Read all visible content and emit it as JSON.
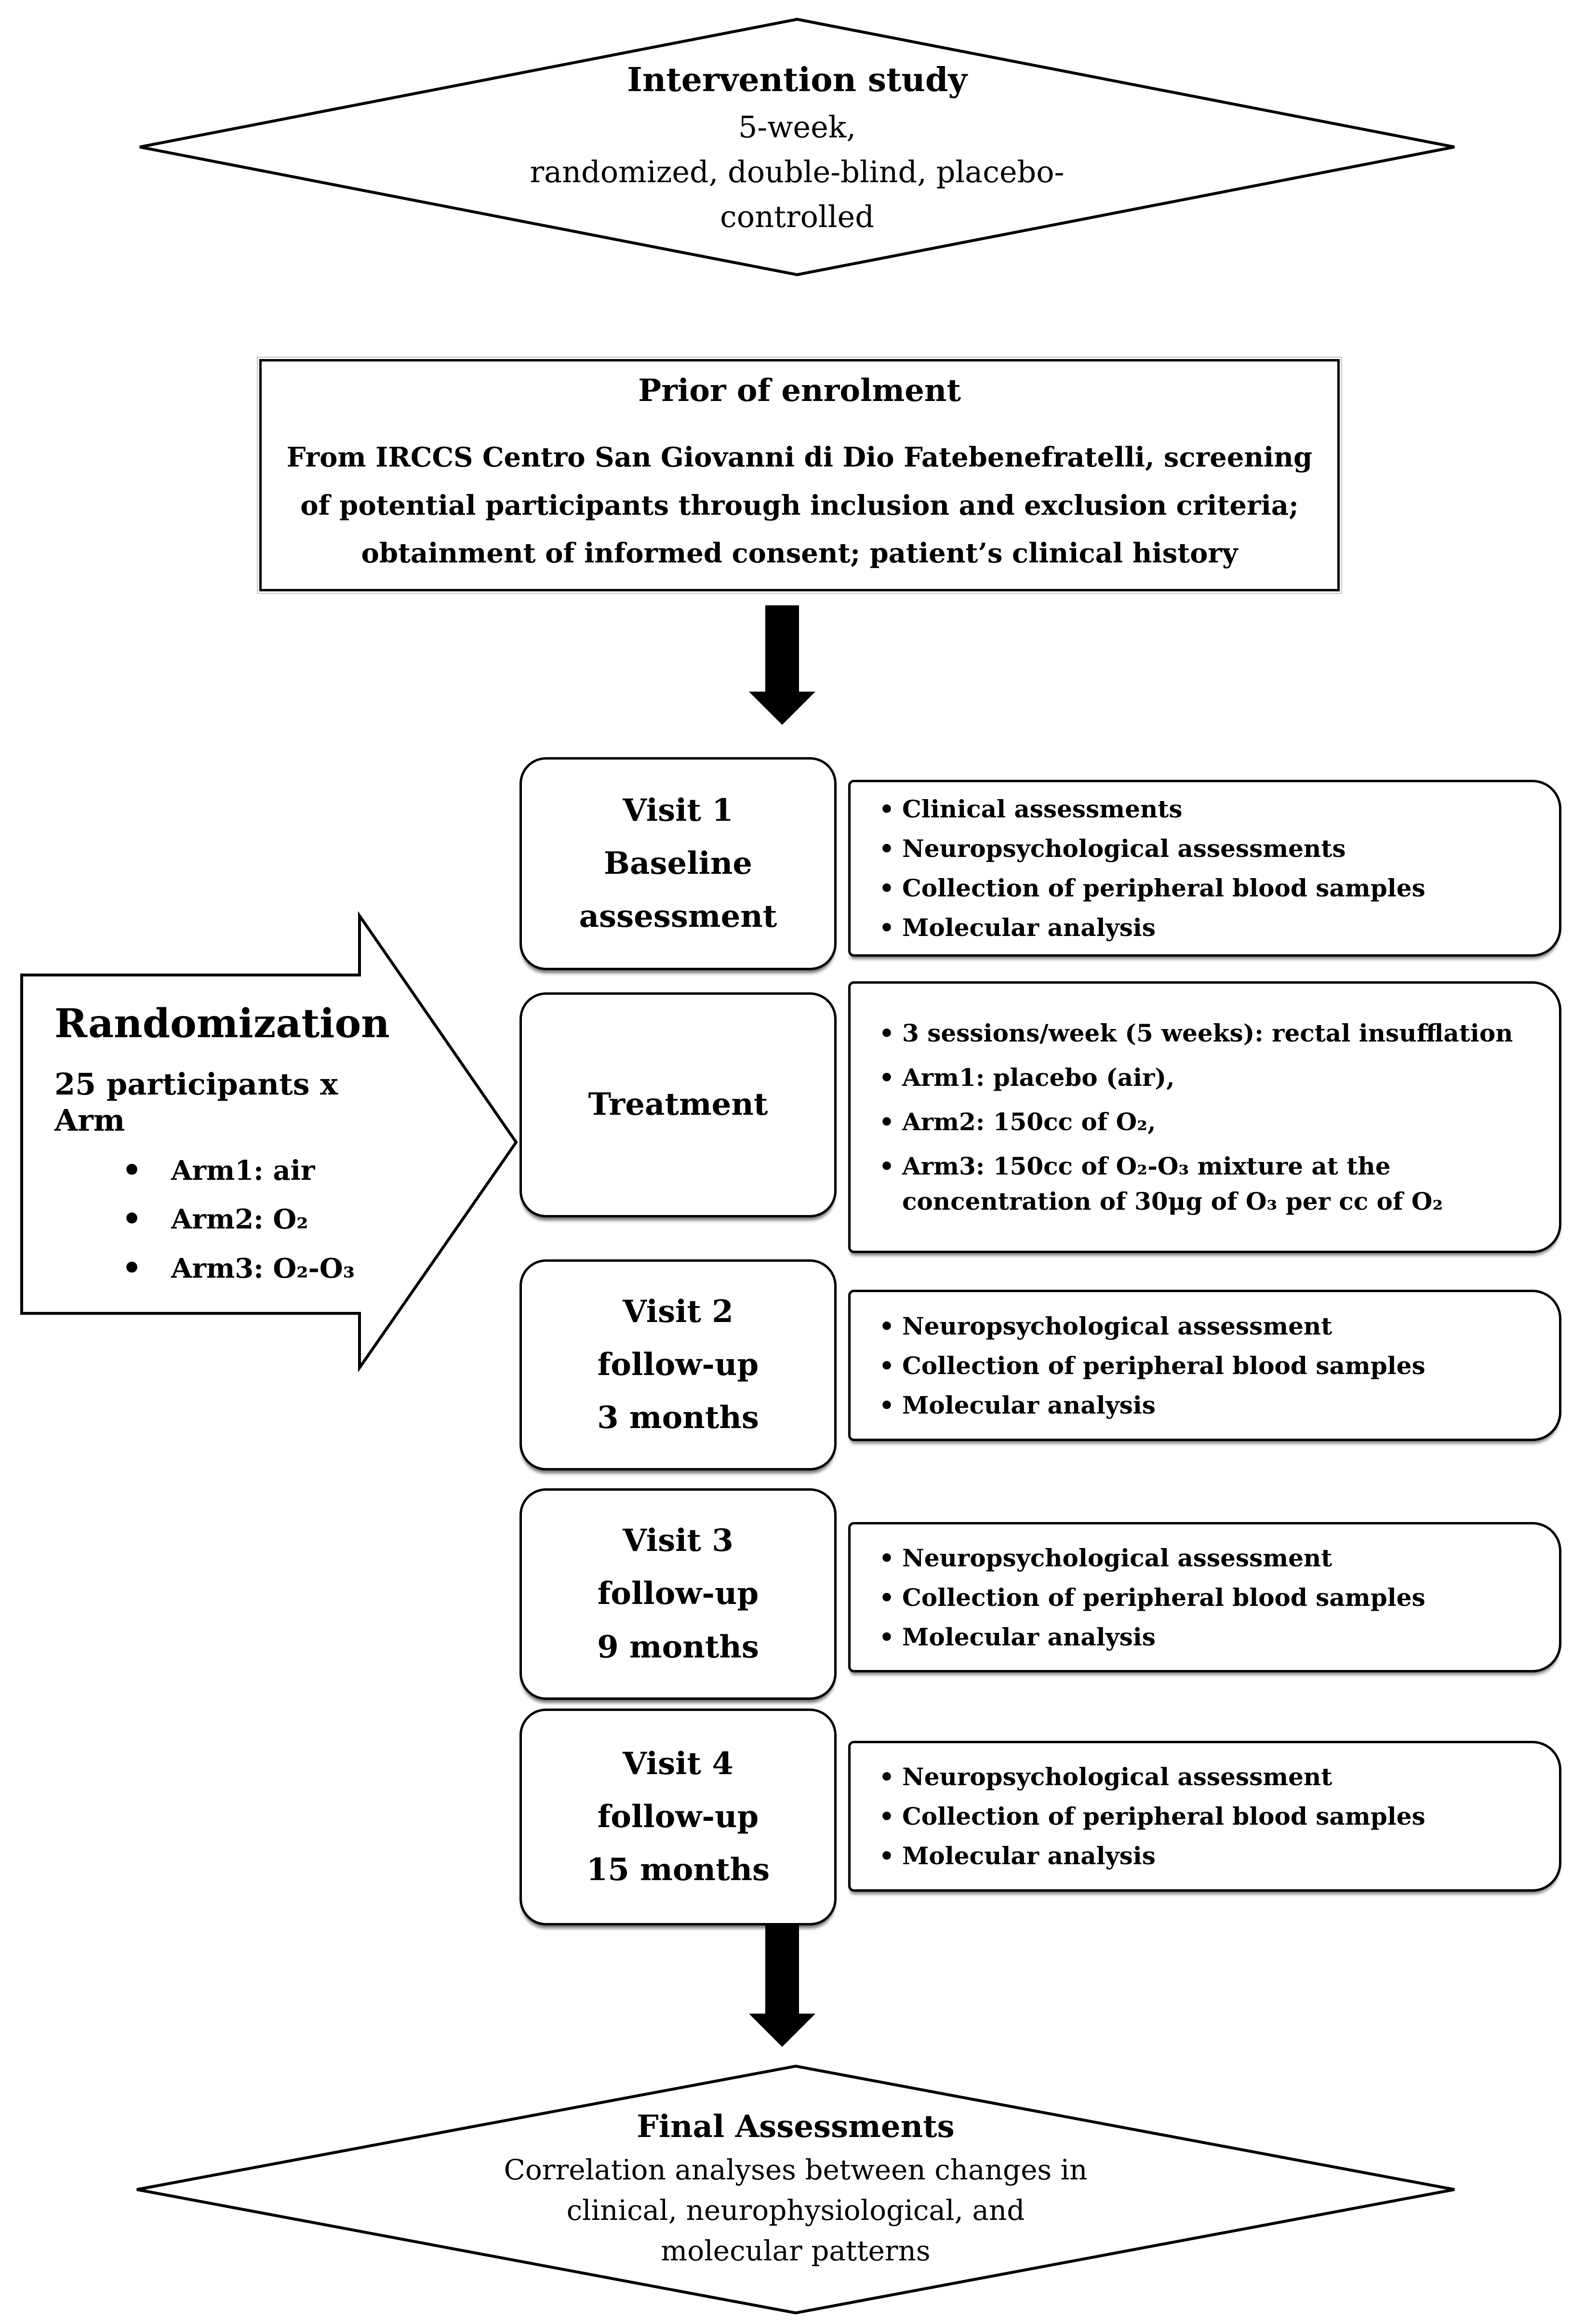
{
  "top_diamond": {
    "title": "Intervention study",
    "lines": [
      "5-week,",
      "randomized, double-blind, placebo-",
      "controlled"
    ]
  },
  "prior_box": {
    "title": "Prior of enrolment",
    "lines": [
      "From IRCCS Centro San Giovanni di Dio Fatebenefratelli, screening",
      "of potential participants through inclusion and exclusion criteria;",
      "obtainment of informed consent; patient’s clinical history"
    ]
  },
  "randomization": {
    "title": "Randomization",
    "subtitle": "25 participants x Arm",
    "arms": [
      "Arm1: air",
      "Arm2: O₂",
      "Arm3: O₂-O₃"
    ]
  },
  "rows": [
    {
      "label_lines": [
        "Visit 1",
        "Baseline",
        "assessment"
      ],
      "bullets": [
        "Clinical assessments",
        "Neuropsychological assessments",
        "Collection of peripheral blood samples",
        "Molecular analysis"
      ]
    },
    {
      "label_lines": [
        "Treatment"
      ],
      "bullets": [
        "3 sessions/week (5 weeks): rectal insufflation",
        "Arm1: placebo (air),",
        "Arm2: 150cc of O₂,",
        "Arm3: 150cc of O₂-O₃ mixture at the concentration of 30μg of O₃ per cc of O₂"
      ]
    },
    {
      "label_lines": [
        "Visit 2",
        "follow-up",
        "3 months"
      ],
      "bullets": [
        "Neuropsychological assessment",
        "Collection of peripheral blood samples",
        "Molecular analysis"
      ]
    },
    {
      "label_lines": [
        "Visit 3",
        "follow-up",
        "9 months"
      ],
      "bullets": [
        "Neuropsychological assessment",
        "Collection of peripheral blood samples",
        "Molecular analysis"
      ]
    },
    {
      "label_lines": [
        "Visit 4",
        "follow-up",
        "15 months"
      ],
      "bullets": [
        "Neuropsychological assessment",
        "Collection of peripheral blood samples",
        "Molecular analysis"
      ]
    }
  ],
  "final_diamond": {
    "title": "Final Assessments",
    "lines": [
      "Correlation analyses between changes in",
      "clinical, neurophysiological, and",
      "molecular patterns"
    ]
  },
  "colors": {
    "ink": "#000000",
    "paper": "#ffffff"
  }
}
